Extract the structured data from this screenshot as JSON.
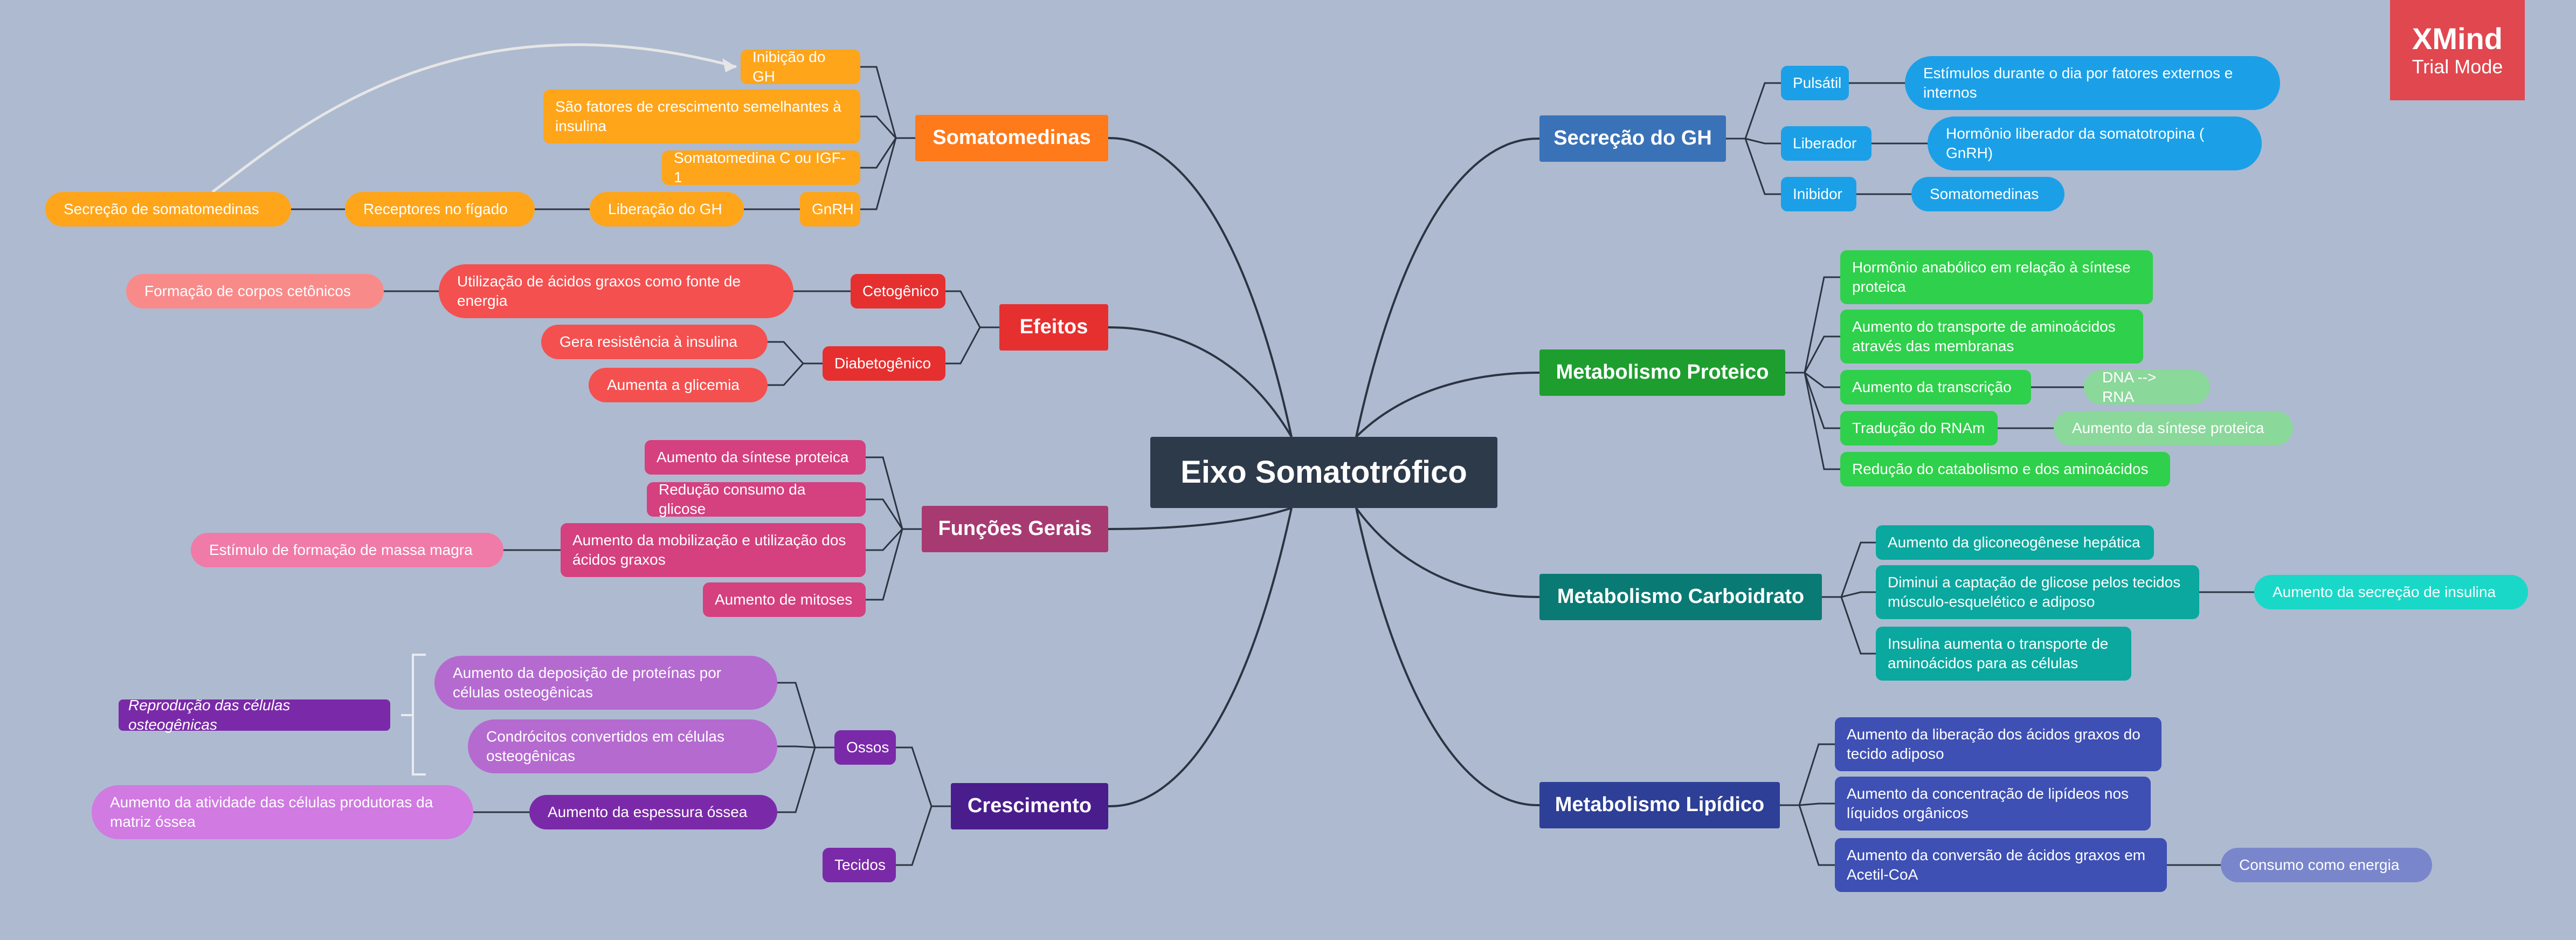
{
  "watermark": {
    "title": "XMind",
    "subtitle": "Trial Mode"
  },
  "central": "Eixo Somatotrófico",
  "colors": {
    "background": "#aebad0",
    "line": "#2b3442",
    "somatomedinas": "#ff7a1a",
    "somatomedinas_light": "#ffa51a",
    "efeitos": "#e63030",
    "efeitos_medium": "#f55050",
    "efeitos_light": "#f98a8a",
    "funcoes": "#a83a72",
    "funcoes_light": "#d5407f",
    "funcoes_lighter": "#f07aa8",
    "crescimento": "#4a1d8c",
    "crescimento_medium": "#7a2aa8",
    "crescimento_light": "#b56ad0",
    "crescimento_lighter": "#d07ae2",
    "secrecao": "#3a72b8",
    "secrecao_light": "#1ba0e8",
    "proteico": "#1e9e2f",
    "proteico_light": "#2fd04b",
    "proteico_lighter": "#8ad89a",
    "carboidrato": "#0a7a74",
    "carboidrato_light": "#0aa89e",
    "carboidrato_lighter": "#1ad8c8",
    "lipidico": "#2d3f96",
    "lipidico_light": "#3e50b4",
    "lipidico_lighter": "#7a86cc"
  },
  "nodes": {
    "somatomedinas": "Somatomedinas",
    "inibicao_gh": "Inibição do GH",
    "fatores_crescimento": "São fatores de crescimento semelhantes à insulina",
    "somatomedina_c": "Somatomedina C ou IGF-1",
    "gnrh_left": "GnRH",
    "liberacao_gh": "Liberação do GH",
    "receptores_figado": "Receptores no fígado",
    "secrecao_somatomedinas": "Secreção de somatomedinas",
    "efeitos": "Efeitos",
    "cetogenico": "Cetogênico",
    "utilizacao_acidos": "Utilização de ácidos graxos como fonte de energia",
    "corpos_cetonicos": "Formação de corpos cetônicos",
    "diabetogenico": "Diabetogênico",
    "resistencia_insulina": "Gera resistência à insulina",
    "aumenta_glicemia": "Aumenta a glicemia",
    "funcoes_gerais": "Funções Gerais",
    "sintese_proteica_f": "Aumento da síntese proteica",
    "reducao_glicose": "Redução consumo da glicose",
    "mobilizacao_acidos": "Aumento da mobilização e utilização dos ácidos graxos",
    "massa_magra": "Estímulo de formação de massa magra",
    "mitoses": "Aumento de mitoses",
    "crescimento": "Crescimento",
    "ossos": "Ossos",
    "deposicao_proteinas": "Aumento da deposição de proteínas por células osteogênicas",
    "condrocitos": "Condrócitos convertidos em células osteogênicas",
    "reproducao_celulas": "Reprodução das células osteogênicas",
    "espessura_ossea": "Aumento da espessura óssea",
    "atividade_celulas": "Aumento da atividade das células produtoras da matriz óssea",
    "tecidos": "Tecidos",
    "secrecao_gh": "Secreção do GH",
    "pulsatil": "Pulsátil",
    "estimulos": "Estímulos durante o dia por fatores externos e internos",
    "liberador": "Liberador",
    "hormonio_liberador": "Hormônio liberador da somatotropina ( GnRH)",
    "inibidor": "Inibidor",
    "somatomedinas_leaf": "Somatomedinas",
    "metabolismo_proteico": "Metabolismo Proteico",
    "hormonio_anabolico": "Hormônio anabólico em relação à síntese proteica",
    "transporte_aminoacidos": "Aumento do transporte de aminoácidos através das membranas",
    "aumento_transcricao": "Aumento da transcrição",
    "dna_rna": "DNA --> RNA",
    "traducao_rnam": "Tradução do RNAm",
    "aumento_sintese": "Aumento da síntese proteica",
    "reducao_catabolismo": "Redução do catabolismo e dos aminoácidos",
    "metabolismo_carboidrato": "Metabolismo Carboidrato",
    "gliconeogenese": "Aumento da gliconeogênese hepática",
    "diminui_captacao": "Diminui a captação de glicose pelos tecidos músculo-esquelético e adiposo",
    "secrecao_insulina": "Aumento da secreção de insulina",
    "insulina_transporte": "Insulina aumenta o transporte de aminoácidos para as células",
    "metabolismo_lipidico": "Metabolismo Lipídico",
    "liberacao_acidos": "Aumento da liberação dos ácidos graxos do tecido adiposo",
    "concentracao_lipideos": "Aumento da concentração de lipídeos nos líquidos orgânicos",
    "conversao_acetil": "Aumento da conversão de ácidos graxos em Acetil-CoA",
    "consumo_energia": "Consumo como energia"
  }
}
